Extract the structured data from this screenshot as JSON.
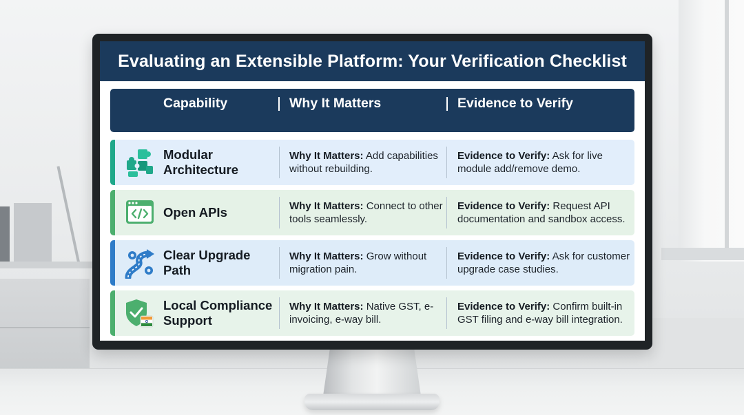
{
  "slide": {
    "title": "Evaluating an Extensible Platform: Your Verification Checklist",
    "columns": [
      "Capability",
      "Why It Matters",
      "Evidence to Verify"
    ],
    "why_label": "Why It Matters:",
    "evidence_label": "Evidence to Verify:",
    "rows": [
      {
        "capability": "Modular Architecture",
        "icon": "puzzle-icon",
        "why": "Add capabilities without rebuilding.",
        "evidence": "Ask for live module add/remove demo."
      },
      {
        "capability": "Open APIs",
        "icon": "code-window-icon",
        "why": "Connect to other tools seamlessly.",
        "evidence": "Request API documentation and sandbox access."
      },
      {
        "capability": "Clear Upgrade Path",
        "icon": "road-arrow-icon",
        "why": "Grow without migration pain.",
        "evidence": "Ask for customer upgrade case studies."
      },
      {
        "capability": "Local Compliance Support",
        "icon": "shield-flag-icon",
        "why": "Native GST, e-invoicing, e-way bill.",
        "evidence": "Confirm built-in GST filing and e-way bill integration."
      }
    ]
  },
  "colors": {
    "navy": "#1b3a5c",
    "teal_accent": "#1fa88a",
    "green_accent": "#4caf6e",
    "blue_accent": "#2f7cc8",
    "saffron": "#f29a38"
  }
}
